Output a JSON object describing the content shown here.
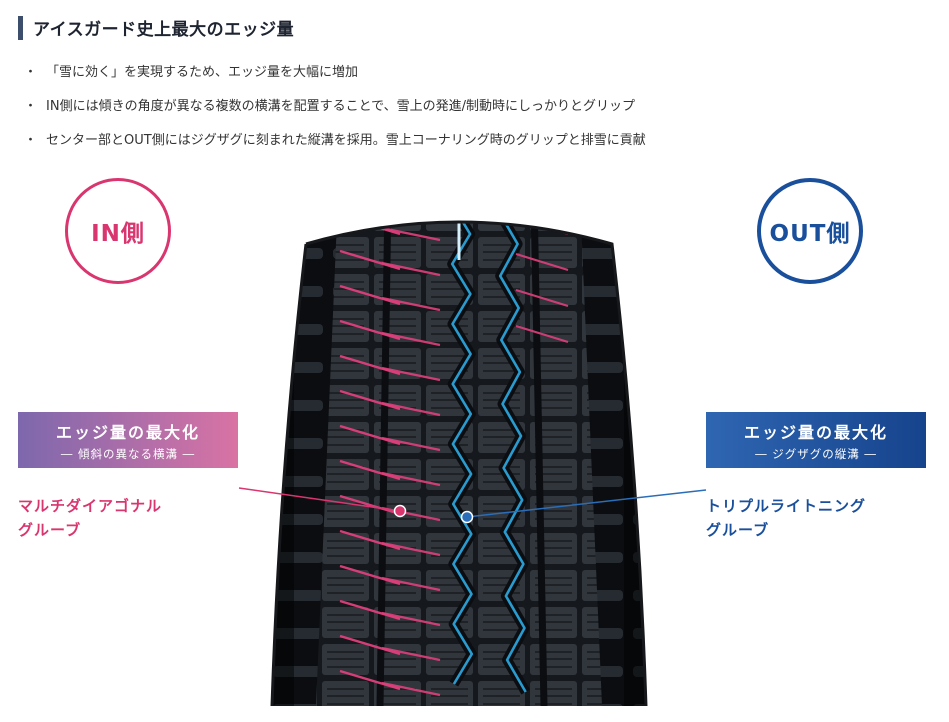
{
  "header": {
    "title": "アイスガード史上最大のエッジ量"
  },
  "bullets": [
    "「雪に効く」を実現するため、エッジ量を大幅に増加",
    "IN側には傾きの角度が異なる複数の横溝を配置することで、雪上の発進/制動時にしっかりとグリップ",
    "センター部とOUT側にはジグザグに刻まれた縦溝を採用。雪上コーナリング時のグリップと排雪に貢献"
  ],
  "side_badges": {
    "in": {
      "label": "IN側"
    },
    "out": {
      "label": "OUT側"
    }
  },
  "callouts": {
    "left": {
      "title": "エッジ量の最大化",
      "subtitle": "― 傾斜の異なる横溝 ―",
      "feature_lines": [
        "マルチダイアゴナル",
        "グルーブ"
      ]
    },
    "right": {
      "title": "エッジ量の最大化",
      "subtitle": "― ジグザグの縦溝 ―",
      "feature_lines": [
        "トリプルライトニング",
        "グルーブ"
      ]
    }
  },
  "colors": {
    "accent_pink": "#d9356f",
    "accent_pink_bright": "#e0407d",
    "accent_blue": "#1a4f9c",
    "leader_blue": "#2a6db8",
    "groove_highlight_blue": "#2ba3da",
    "title_bar": "#3c4e6b",
    "callout_left_gradient_start": "#7d68ad",
    "callout_left_gradient_end": "#d973a4",
    "callout_right_gradient_start": "#2f66b2",
    "callout_right_gradient_end": "#16438c"
  }
}
